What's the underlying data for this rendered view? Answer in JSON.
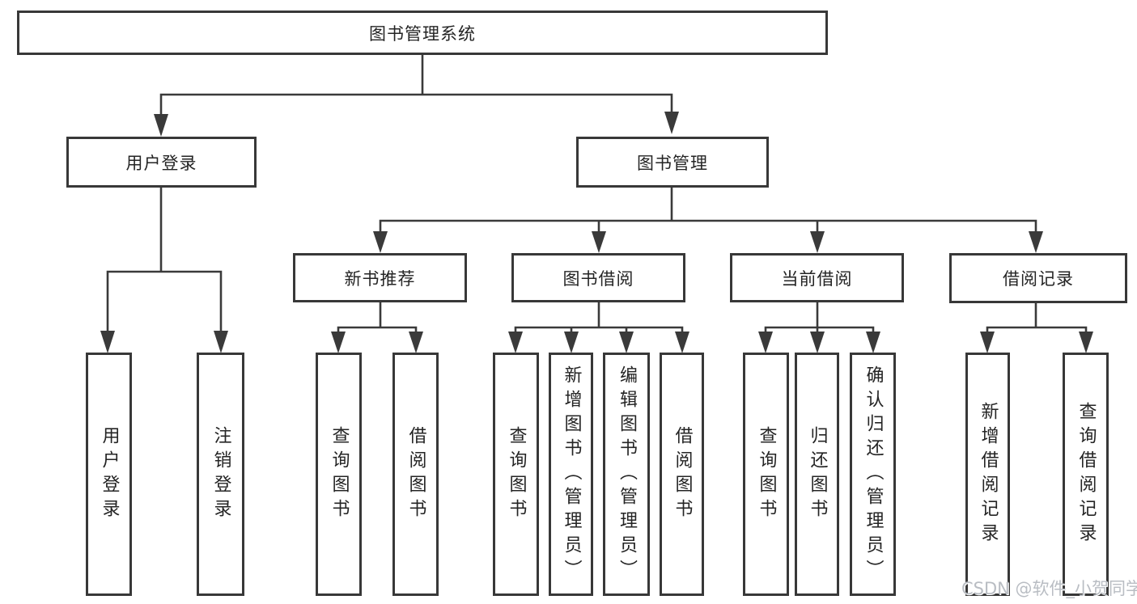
{
  "tree": {
    "root": "图书管理系统",
    "user": {
      "label": "用户登录",
      "children": [
        "用户登录",
        "注销登录"
      ]
    },
    "book": {
      "label": "图书管理",
      "groups": [
        {
          "label": "新书推荐",
          "children": [
            "查询图书",
            "借阅图书"
          ]
        },
        {
          "label": "图书借阅",
          "children": [
            "查询图书",
            "新增图书（管理员）",
            "编辑图书（管理员）",
            "借阅图书"
          ]
        },
        {
          "label": "当前借阅",
          "children": [
            "查询图书",
            "归还图书",
            "确认归还（管理员）"
          ]
        },
        {
          "label": "借阅记录",
          "children": [
            "新增借阅记录",
            "查询借阅记录"
          ]
        }
      ]
    }
  },
  "watermark": "CSDN @软件_小贺同学",
  "colors": {
    "line": "#3a3a3a",
    "border": "#383838",
    "text": "#242424",
    "watermark": "#b9bdc3",
    "background": "#ffffff"
  }
}
